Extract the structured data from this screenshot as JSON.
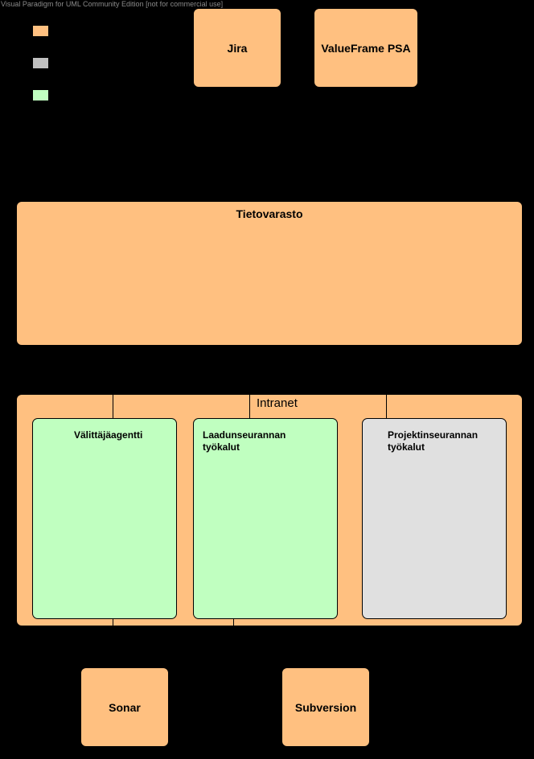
{
  "watermark": "Visual Paradigm for UML Community Edition [not for commercial use]",
  "colors": {
    "background": "#000000",
    "external_system": "#ffc080",
    "implemented": "#c0ffc0",
    "not_implemented": "#e0e0e0"
  },
  "legend": {
    "swatches": [
      "orange",
      "gray",
      "green"
    ]
  },
  "nodes": {
    "jira": "Jira",
    "valueframe": "ValueFrame PSA",
    "tietovarasto": "Tietovarasto",
    "intranet": "Intranet",
    "valittajaagentti": "Välittäjäagentti",
    "laadunseuranta_line1": "Laadunseurannan",
    "laadunseuranta_line2": "työkalut",
    "projektinseuranta_line1": "Projektinseurannan",
    "projektinseuranta_line2": "työkalut",
    "sonar": "Sonar",
    "subversion": "Subversion"
  }
}
